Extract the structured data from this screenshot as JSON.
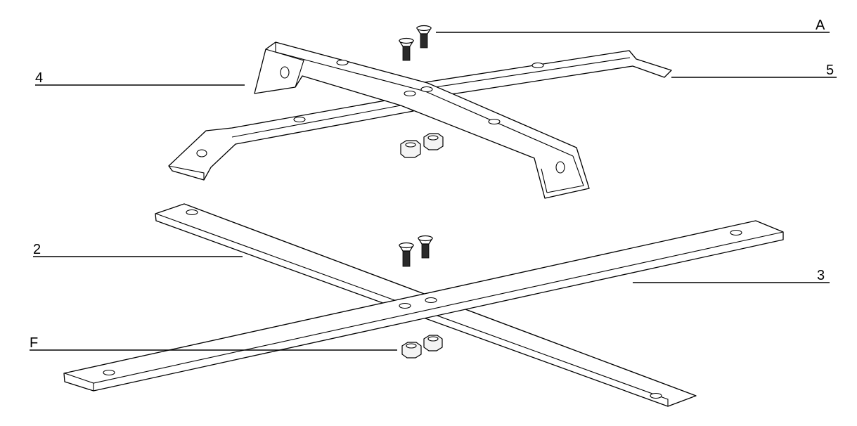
{
  "diagram": {
    "labels": {
      "A": "A",
      "4": "4",
      "5": "5",
      "2": "2",
      "3": "3",
      "F": "F"
    }
  }
}
